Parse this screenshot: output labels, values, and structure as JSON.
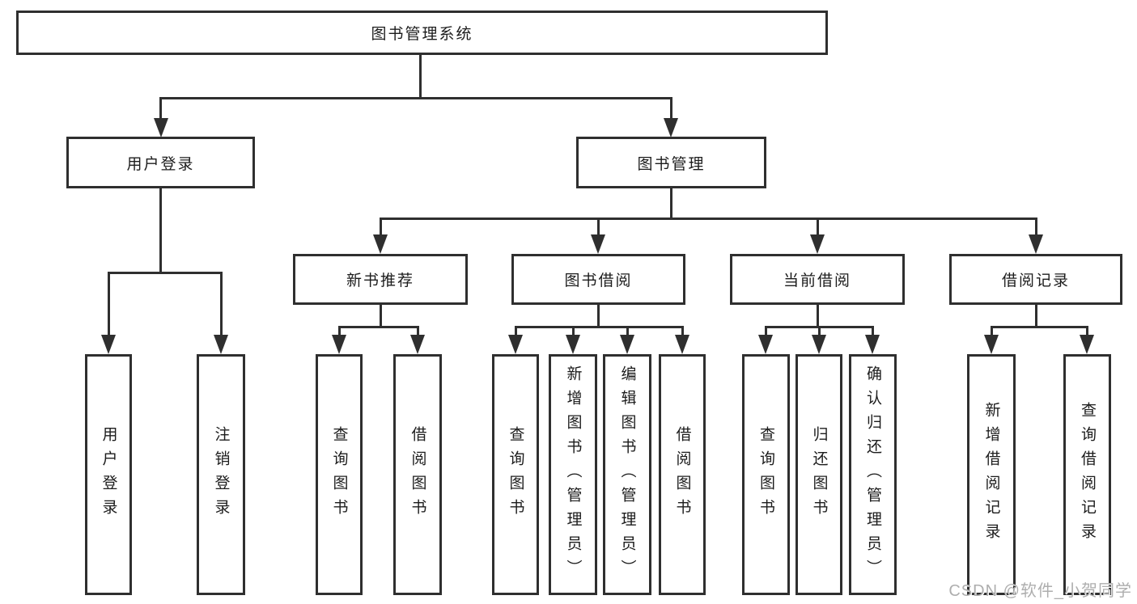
{
  "diagram_title": "图书管理系统",
  "nodes": {
    "root": "图书管理系统",
    "user_login": "用户登录",
    "book_mgmt": "图书管理",
    "new_book_rec": "新书推荐",
    "book_borrow": "图书借阅",
    "current_borrow": "当前借阅",
    "borrow_record": "借阅记录",
    "leaf_user_login": "用户登录",
    "leaf_logout": "注销登录",
    "leaf_rec_query": "查询图书",
    "leaf_rec_borrow": "借阅图书",
    "leaf_bb_query": "查询图书",
    "leaf_bb_add": "新增图书（管理员）",
    "leaf_bb_edit": "编辑图书（管理员）",
    "leaf_bb_borrow": "借阅图书",
    "leaf_cb_query": "查询图书",
    "leaf_cb_return": "归还图书",
    "leaf_cb_confirm": "确认归还（管理员）",
    "leaf_br_add": "新增借阅记录",
    "leaf_br_query": "查询借阅记录"
  },
  "watermark": "CSDN @软件_小贺同学",
  "colors": {
    "line": "#2f2f2f",
    "text": "#1c1c1c",
    "background": "#ffffff",
    "watermark": "#aeaeae"
  }
}
